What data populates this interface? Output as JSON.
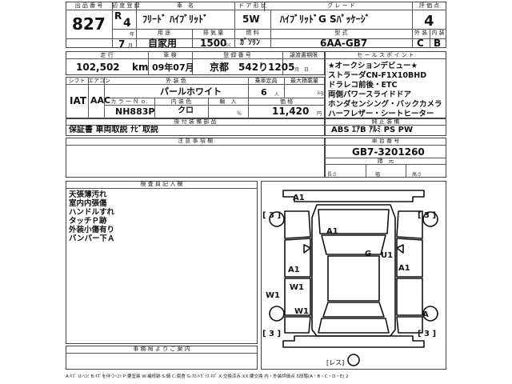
{
  "labels": {
    "lot_no": "出 品 番 号",
    "year_type": "初 度 登 録",
    "car_name": "車　名",
    "doors": "ド ア 形 状",
    "grade": "グ レ ー ド",
    "eval": "評 価 点",
    "usage": "用 途",
    "displacement": "排 気 量",
    "fuel": "燃 料",
    "model": "型 式",
    "ext_eval": "外 装",
    "int_eval": "内 装",
    "mileage": "走 行",
    "inspection": "車 検",
    "reg_no": "登 録 番 号",
    "transfer": "譲渡書期限",
    "sales_point": "セ ー ル ス ポ イ ン ト",
    "shift": "シフト",
    "ac": "エアコン",
    "exterior_color": "外 装 色",
    "seats": "乗車定員",
    "max_load": "最大積載量",
    "color_no": "カ ラ ー Ｎ ｏ.",
    "interior_color": "内 装 色",
    "import": "輸　入",
    "price": "価 格",
    "accessories": "後 付 装 備 部 品",
    "genuine": "純 正 装 備",
    "notes": "注 意 事 項 欄",
    "chassis_no": "車 台 番 号",
    "inspector": "検 査 員 記 入 欄",
    "office": "事 務 局 よ り ご 案 内",
    "dims": "諸　元",
    "length": "長さ",
    "width": "幅",
    "height": "高さ"
  },
  "vehicle": {
    "lot_number": "827",
    "era_letter": "R",
    "year": "4",
    "year_unit": "年",
    "month": "7",
    "month_unit": "月",
    "car_name": "ﾌﾘｰﾄﾞ ﾊｲﾌﾞﾘｯﾄﾞ",
    "doors": "5W",
    "grade": "ﾊｲﾌﾞﾘｯﾄﾞG Sﾊﾟｯｹｰｼﾞ",
    "eval_score": "4",
    "usage": "自家用",
    "displacement": "1500",
    "displacement_unit": "cc",
    "fuel": "ｶﾞｿﾘﾝ",
    "model": "6AA-GB7",
    "exterior_grade": "C",
    "interior_grade": "B",
    "mileage": "102,502",
    "mileage_unit": "km",
    "inspection_date": "09年07月",
    "registration": "京都　542り1205",
    "transfer_date": "月　日",
    "shift": "IAT",
    "ac": "AAC",
    "exterior_color": "パールホワイト",
    "seats": "6",
    "seats_unit": "人",
    "max_load_unit": "kg",
    "color_code": "NH883P",
    "interior_color": "クロ",
    "import_unit": "％",
    "price": "11,420",
    "price_unit": "円",
    "accessories": "保証書 車両取説 ﾅﾋﾞ取説",
    "genuine_equipment": "ABS ｴｱB ｱﾙﾐ PS PW",
    "chassis_number": "GB7-3201260"
  },
  "sales_points": [
    "★オークションデビュー★",
    "ストラーダCN-F1X10BHD",
    "ドラレコ前後・ETC",
    "両側パワースライドドア",
    "ホンダセンシング・バックカメラ",
    "ハーフレザー・シートヒーター"
  ],
  "inspector_notes": [
    "天張薄汚れ",
    "室内内張傷",
    "ハンドルすれ",
    "タッチＰ跡",
    "外装小傷有り",
    "バンパー下Ａ"
  ],
  "diagram_marks": {
    "bracket_left_top": "[ 3 ]",
    "bracket_right_top": "[ 3 ]",
    "bracket_left_bottom": "[ 3 ]",
    "bracket_right_bottom": "[ 3 ]",
    "a1_front": "A1",
    "a1_hood": "A1",
    "g": "G",
    "u1": "U1",
    "a1_left": "A1",
    "a1_right": "A1",
    "w1_left_door": "W1",
    "w1_left": "W1",
    "w1_rear": "W1",
    "a_rear_wheel": "A",
    "spare": "[レス]"
  },
  "footer_legend": "A:ｷｽﾞ U:ﾍｺﾐ B:ｷｽﾞを伴うﾍｺﾐ P:要塗装 W:補修跡 S:錆 C:腐食 G:ﾌﾛﾝﾄｶﾞﾗｽ ｷｽﾞ X:交換済み XX:要交換 内・外装評価点 5段階(A・B・C・D・E) 2"
}
